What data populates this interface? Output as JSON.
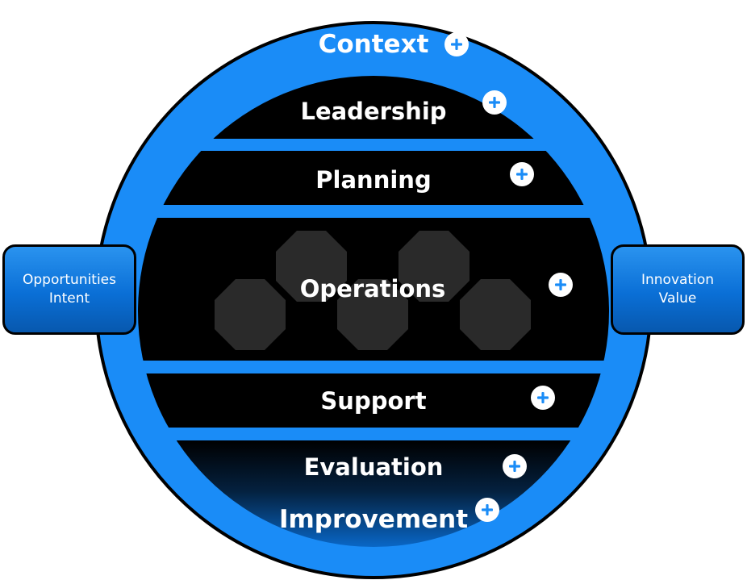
{
  "ring": {
    "outer_label": "Context",
    "inner_bottom_label": "Improvement"
  },
  "layers": [
    {
      "id": "leadership",
      "label": "Leadership"
    },
    {
      "id": "planning",
      "label": "Planning"
    },
    {
      "id": "operations",
      "label": "Operations"
    },
    {
      "id": "support",
      "label": "Support"
    },
    {
      "id": "evaluation",
      "label": "Evaluation"
    }
  ],
  "inputs": {
    "line1": "Opportunities",
    "line2": "Intent"
  },
  "outputs": {
    "line1": "Innovation",
    "line2": "Value"
  },
  "colors": {
    "ring_blue": "#1a8cf7",
    "band_black": "#000000",
    "octagon": "#2a2a2a",
    "side_box": "#0a6fd6"
  },
  "icons": {
    "expand": "plus-circle-icon",
    "process_tokens": "octagon-shape"
  }
}
